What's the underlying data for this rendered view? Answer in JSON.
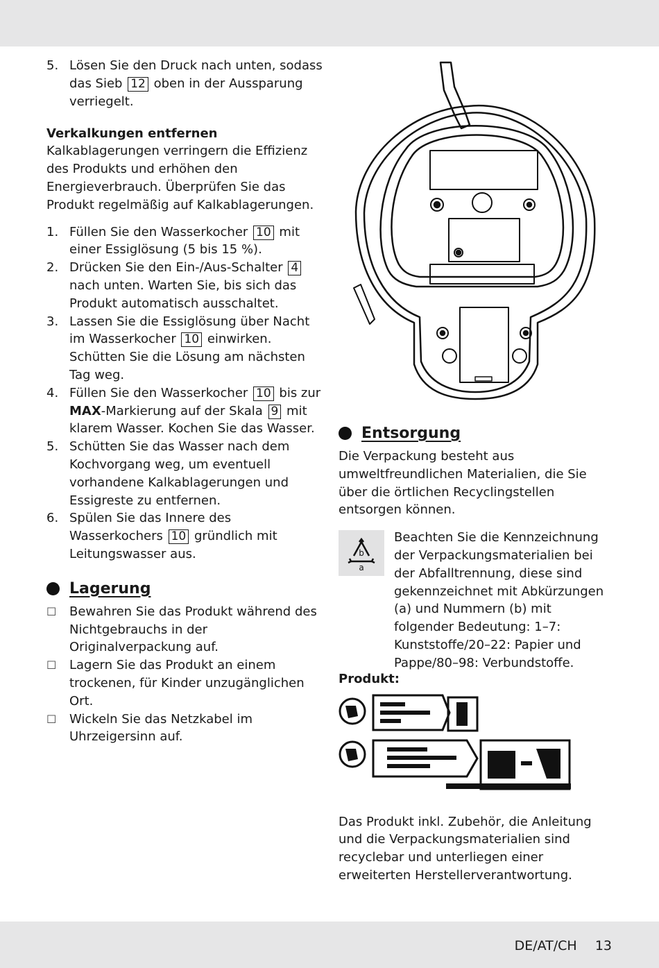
{
  "footer": {
    "page_label": "DE/AT/CH",
    "page_number": "13"
  },
  "left": {
    "step5_intro": {
      "num": "5.",
      "t1": "Lösen Sie den Druck nach unten, sodass das Sieb ",
      "box": "12",
      "t2": " oben in der Aussparung verriegelt."
    },
    "descale_heading": "Verkalkungen entfernen",
    "descale_intro": "Kalkablagerungen verringern die Effizienz des Produkts und erhöhen den Energieverbrauch. Überprüfen Sie das Produkt regelmäßig auf Kalkablagerungen.",
    "steps": [
      {
        "num": "1.",
        "t1": "Füllen Sie den Wasserkocher ",
        "box": "10",
        "t2": " mit einer Essiglösung (5 bis 15 %)."
      },
      {
        "num": "2.",
        "t1": "Drücken Sie den Ein-/Aus-Schalter ",
        "box": "4",
        "t2": " nach unten. Warten Sie, bis sich das Produkt automatisch ausschaltet."
      },
      {
        "num": "3.",
        "t1": "Lassen Sie die Essiglösung über Nacht im Wasserkocher ",
        "box": "10",
        "t2": " einwirken. Schütten Sie die Lösung am nächsten Tag weg."
      },
      {
        "num": "4.",
        "t1": "Füllen Sie den Wasserkocher ",
        "box": "10",
        "t2": " bis zur ",
        "bold": "MAX",
        "t3": "-Markierung auf der Skala ",
        "box2": "9",
        "t4": " mit klarem Wasser. Kochen Sie das Wasser."
      },
      {
        "num": "5.",
        "t1": "Schütten Sie das Wasser nach dem Kochvorgang weg, um eventuell vorhandene Kalkablagerungen und Essigreste zu entfernen."
      },
      {
        "num": "6.",
        "t1": "Spülen Sie das Innere des Wasserkochers ",
        "box": "10",
        "t2": " gründlich mit Leitungswasser aus."
      }
    ],
    "storage_title": "Lagerung",
    "storage_bullet": "☐",
    "storage_items": [
      "Bewahren Sie das Produkt während des Nichtgebrauchs in der Originalverpackung auf.",
      "Lagern Sie das Produkt an einem trockenen, für Kinder unzugänglichen Ort.",
      "Wickeln Sie das Netzkabel im Uhrzeigersinn auf."
    ]
  },
  "right": {
    "disposal_title": "Entsorgung",
    "disposal_intro": "Die Verpackung besteht aus umweltfreundlichen Materialien, die Sie über die örtlichen Recyclingstellen entsorgen können.",
    "recycle_icon_letters": {
      "b": "b",
      "a": "a"
    },
    "recycle_text": "Beachten Sie die Kennzeichnung der Verpackungsmaterialien bei der Abfalltrennung, diese sind gekennzeichnet mit Abkürzungen (a) und Nummern (b) mit folgender Bedeutung: 1–7: Kunststoffe/20–22: Papier und Pappe/80–98: Verbundstoffe.",
    "product_label": "Produkt:",
    "product_text": "Das Produkt inkl. Zubehör, die Anleitung und die Verpackungsmaterialien sind recyclebar und unterliegen einer erweiterten Herstellerverantwortung."
  }
}
